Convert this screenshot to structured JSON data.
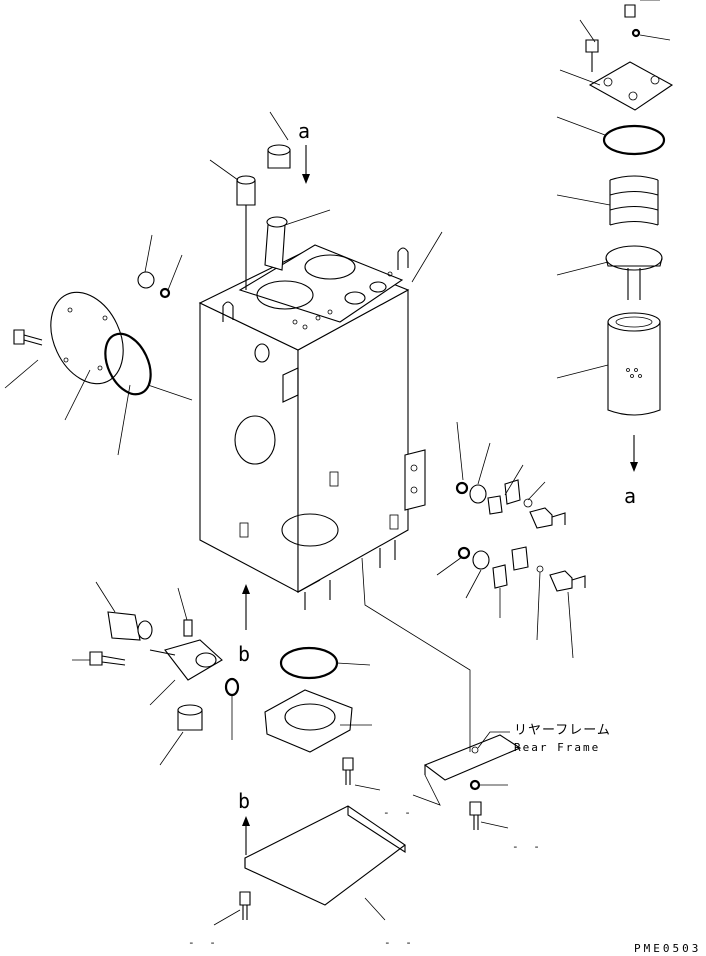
{
  "diagram": {
    "flow_labels": {
      "a_top": "a",
      "a_bottom": "a",
      "b_middle": "b",
      "b_lower": "b"
    },
    "rear_frame": {
      "japanese": "リヤーフレーム",
      "english": "Rear Frame"
    },
    "drawing_code": "PME0503",
    "dash_marks": [
      "- -",
      "- -",
      "- -",
      "- -"
    ]
  }
}
